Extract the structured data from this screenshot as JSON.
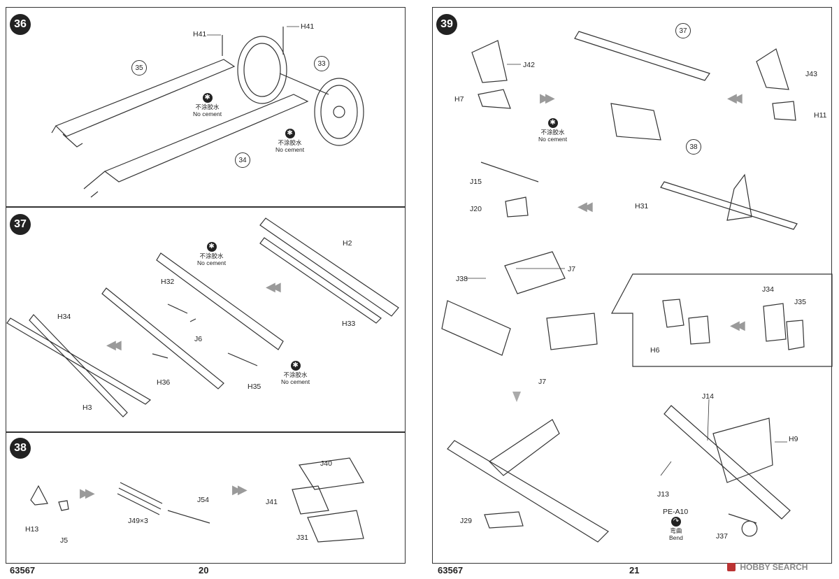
{
  "steps": {
    "s36": {
      "number": "36",
      "ref_a": "35",
      "ref_b": "33",
      "ref_c": "34",
      "part_left": "H41",
      "part_right": "H41",
      "note_cn": "不涂胶水",
      "note_en": "No cement"
    },
    "s37": {
      "number": "37",
      "parts": [
        "H2",
        "H33",
        "H32",
        "J6",
        "H34",
        "H36",
        "H35",
        "H3"
      ],
      "note_cn": "不涂胶水",
      "note_en": "No cement"
    },
    "s38": {
      "number": "38",
      "parts": [
        "H13",
        "J5",
        "J49×3",
        "J54",
        "J40",
        "J41",
        "J31"
      ]
    },
    "s39": {
      "number": "39",
      "ref_a": "37",
      "ref_b": "38",
      "parts": [
        "J42",
        "H7",
        "J43",
        "H11",
        "J15",
        "J20",
        "H31",
        "J38",
        "J7",
        "J7",
        "J34",
        "J35",
        "H6",
        "J14",
        "H9",
        "J13",
        "PE-A10",
        "J29",
        "J37"
      ],
      "note_cn": "不涂胶水",
      "note_en": "No cement",
      "bend_cn": "弯曲",
      "bend_en": "Bend"
    }
  },
  "footer": {
    "code_left": "63567",
    "page_left": "20",
    "code_right": "63567",
    "page_right": "21",
    "watermark": "HOBBY SEARCH"
  },
  "icons": {
    "note": "no-glue-icon",
    "bend": "bend-icon",
    "watermark": "hobby-search-logo-icon"
  }
}
